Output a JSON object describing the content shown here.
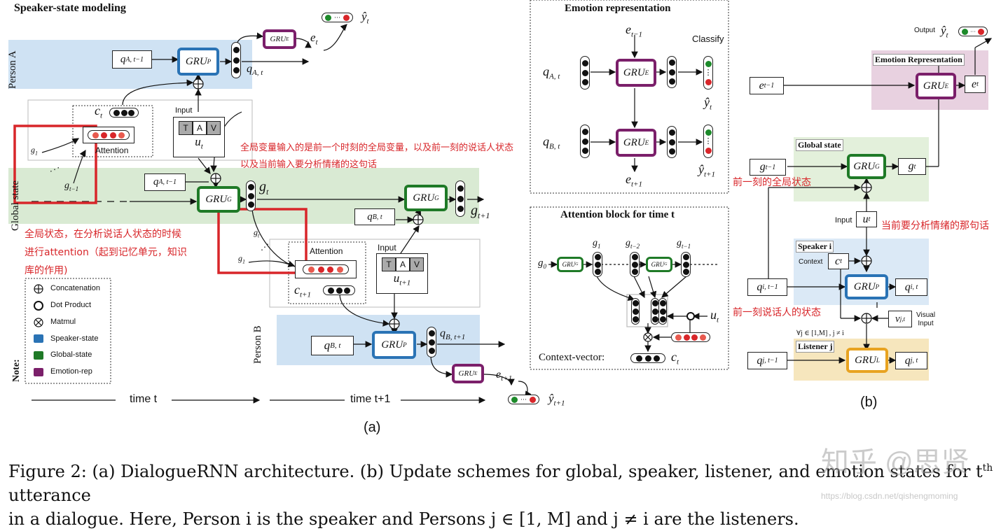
{
  "panel_a": {
    "title": "Speaker-state modeling",
    "person_a": "Person A",
    "person_b": "Person B",
    "global_state": "Global state",
    "gru_p": "GRU",
    "gru_p_sub": "P",
    "gru_g": "GRU",
    "gru_g_sub": "G",
    "gru_e": "GRU",
    "gru_e_sub": "E",
    "q_a_prev": "q",
    "q_a_prev_sub": "A, t−1",
    "q_a_t": "q",
    "q_a_t_sub": "A, t",
    "q_b_t": "q",
    "q_b_t_sub": "B, t",
    "q_b_next": "q",
    "q_b_next_sub": "B, t+1",
    "e_t": "e",
    "e_t_sub": "t",
    "e_next": "e",
    "e_next_sub": "t+1",
    "y_t": "ŷ",
    "y_t_sub": "t",
    "y_next": "ŷ",
    "y_next_sub": "t+1",
    "g_t": "g",
    "g_t_sub": "t",
    "g_next": "g",
    "g_next_sub": "t+1",
    "g1": "g",
    "g1_sub": "1",
    "g_prev": "g",
    "g_prev_sub": "t−1",
    "c_t": "c",
    "c_t_sub": "t",
    "c_next": "c",
    "c_next_sub": "t+1",
    "u_t": "u",
    "u_t_sub": "t",
    "u_next": "u",
    "u_next_sub": "t+1",
    "attention": "Attention",
    "input": "Input",
    "tav": [
      "T",
      "A",
      "V"
    ],
    "time_t": "time t",
    "time_next": "time t+1",
    "label": "(a)",
    "note_label": "Note:",
    "legend": [
      "Concatenation",
      "Dot Product",
      "Matmul",
      "Speaker-state",
      "Global-state",
      "Emotion-rep"
    ]
  },
  "annotations": {
    "global_input": "全局变量输入的是前一个时刻的全局变量，以及前一刻的说话人状态",
    "global_input_2": "以及当前输入要分析情绪的这句话",
    "global_memory": "全局状态，在分析说话人状态的时候",
    "global_memory_2": "进行attention（起到记忆单元，知识",
    "global_memory_3": "库的作用)",
    "prev_global": "前一刻的全局状态",
    "current_utterance": "当前要分析情绪的那句话",
    "prev_speaker": "前一刻说话人的状态"
  },
  "emotion_box": {
    "title": "Emotion representation",
    "classify": "Classify",
    "e_prev": "e",
    "e_prev_sub": "t−1",
    "e_next": "e",
    "e_next_sub": "t+1",
    "q_at": "q",
    "q_at_sub": "A, t",
    "q_bt": "q",
    "q_bt_sub": "B, t",
    "y_t": "ŷ",
    "y_t_sub": "t",
    "y_next": "ŷ",
    "y_next_sub": "t+1"
  },
  "attention_box": {
    "title": "Attention block for time t",
    "g0": "g",
    "g0_sub": "0",
    "g1": "g",
    "g1_sub": "1",
    "g_t2": "g",
    "g_t2_sub": "t−2",
    "g_t1": "g",
    "g_t1_sub": "t−1",
    "u_t": "u",
    "u_t_sub": "t",
    "context_vector": "Context-vector:",
    "c_t": "c",
    "c_t_sub": "t"
  },
  "panel_b": {
    "output": "Output",
    "emotion_representation": "Emotion Representation",
    "global_state": "Global state",
    "speaker_i": "Speaker i",
    "listener_j": "Listener j",
    "context": "Context",
    "input": "Input",
    "visual_input": "Visual\nInput",
    "forall": "∀j ∈ [1,M] , j ≠ i",
    "e_prev": "e",
    "e_prev_sub": "t−1",
    "e_t": "e",
    "e_t_sub": "t",
    "g_prev": "g",
    "g_prev_sub": "t−1",
    "g_t": "g",
    "g_t_sub": "t",
    "u_t": "u",
    "u_t_sub": "t",
    "c_t": "c",
    "c_t_sub": "t",
    "q_i_prev": "q",
    "q_i_prev_sub": "i, t−1",
    "q_i_t": "q",
    "q_i_t_sub": "i, t",
    "v_jt": "v",
    "v_jt_sub": "j,t",
    "q_j_prev": "q",
    "q_j_prev_sub": "j, t−1",
    "q_j_t": "q",
    "q_j_t_sub": "j, t",
    "gru_l_sub": "L",
    "y_t": "ŷ",
    "y_t_sub": "t",
    "label": "(b)"
  },
  "caption": {
    "line1": "Figure 2: (a) DialogueRNN architecture. (b) Update schemes for global, speaker, listener, and emotion states for t",
    "line1_sup": "th",
    "line1_end": " utterance",
    "line2": "in a dialogue. Here, Person i is the speaker and Persons j ∈ [1, M] and j ≠ i are the listeners."
  },
  "watermark": {
    "zhihu": "知乎 @思贤",
    "url": "https://blog.csdn.net/qishengmoming"
  },
  "colors": {
    "speaker": "#2a73b5",
    "global": "#1f7a27",
    "emotion": "#7b1f6a",
    "listener": "#e8a321",
    "annotation": "#d8262a"
  }
}
